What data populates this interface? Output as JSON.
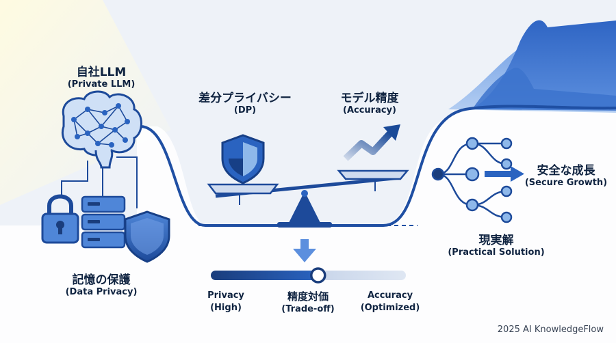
{
  "nodes": {
    "private_llm": {
      "jp": "自社LLM",
      "en": "(Private LLM)",
      "icon": "brain-network-icon"
    },
    "data_privacy": {
      "jp": "記憶の保護",
      "en": "(Data Privacy)",
      "icons": [
        "padlock-icon",
        "server-stack-icon",
        "shield-icon"
      ]
    },
    "dp": {
      "jp": "差分プライバシー",
      "en": "(DP)",
      "icon": "shield-icon"
    },
    "accuracy": {
      "jp": "モデル精度",
      "en": "(Accuracy)",
      "icon": "trend-arrow-icon"
    },
    "secure_growth": {
      "jp": "安全な成長",
      "en": "(Secure Growth)",
      "icon": "arrow-right-icon"
    },
    "practical_solution": {
      "jp": "現実解",
      "en": "(Practical Solution)",
      "icon": "decision-tree-icon"
    }
  },
  "center": {
    "icon": "balance-scale-icon"
  },
  "slider": {
    "left": {
      "line1": "Privacy",
      "line2": "(High)"
    },
    "middle": {
      "line1": "精度対価",
      "line2": "(Trade-off)"
    },
    "right": {
      "line1": "Accuracy",
      "line2": "(Optimized)"
    },
    "value": 0.55
  },
  "footer": "2025 AI KnowledgeFlow",
  "colors": {
    "primary": "#2a5fb8",
    "dark": "#1a3d7c",
    "light": "#8eb8ea",
    "background": "#eef2f8"
  }
}
